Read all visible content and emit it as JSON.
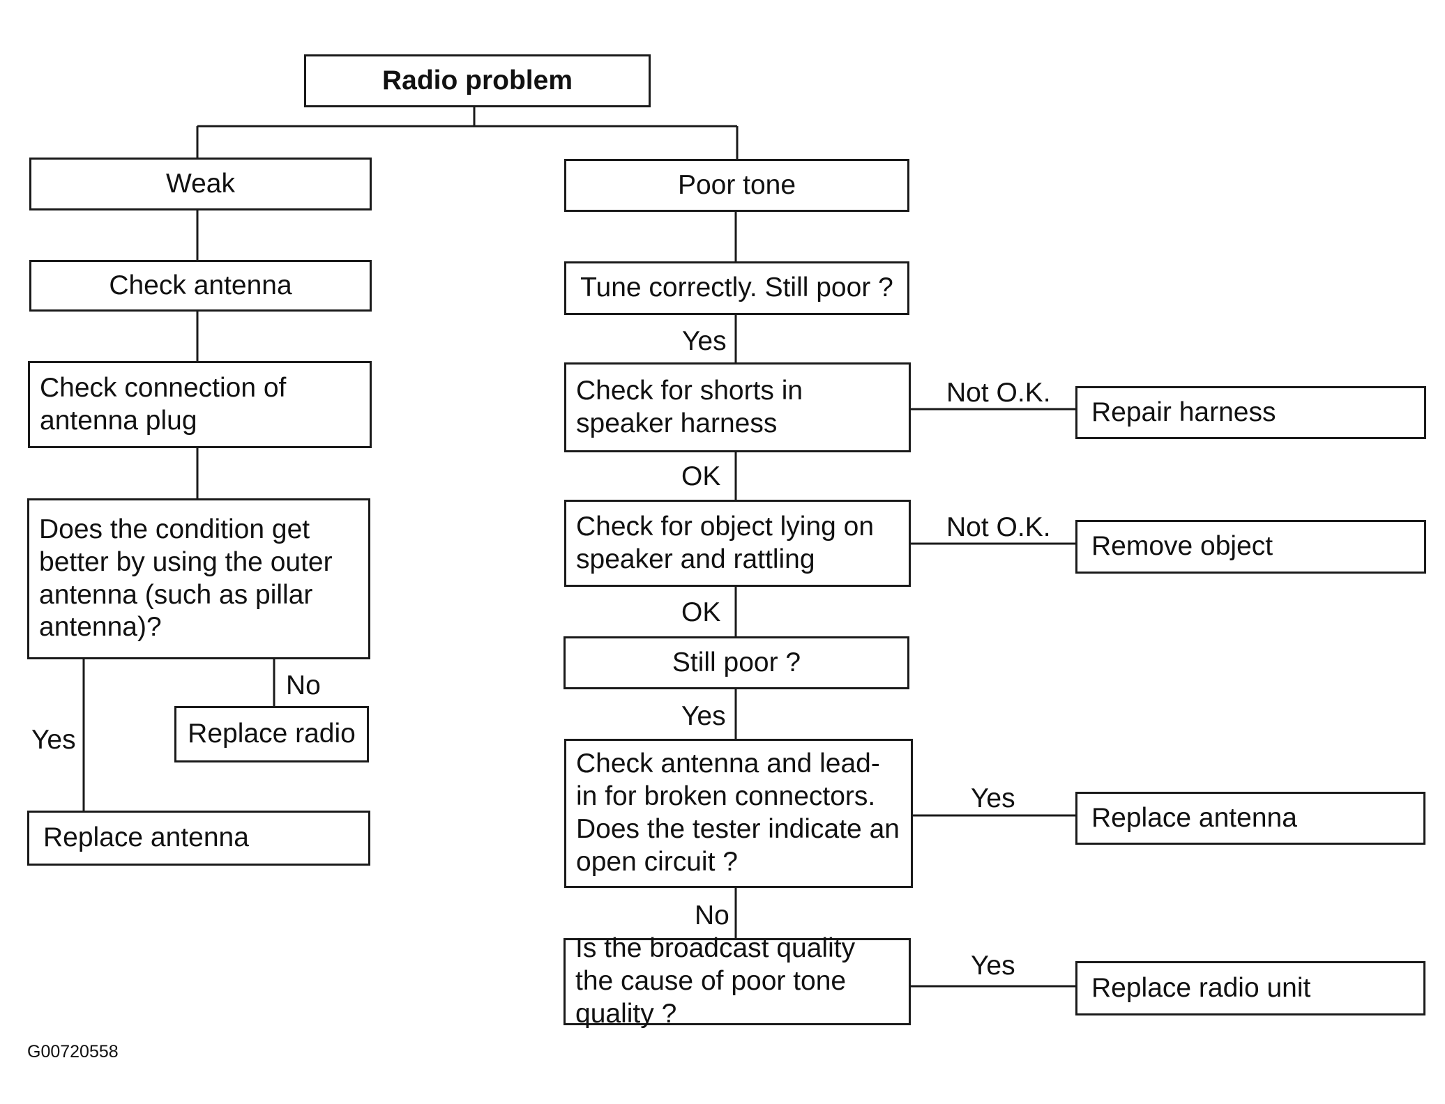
{
  "nodes": {
    "root": "Radio problem",
    "weak": "Weak",
    "poor_tone": "Poor tone",
    "check_antenna": "Check antenna",
    "check_connection": "Check connection of antenna plug",
    "outer_antenna_question": "Does the condition get better by using the outer antenna (such as pillar antenna)?",
    "replace_radio": "Replace radio",
    "replace_antenna_left": "Replace antenna",
    "tune_correctly": "Tune correctly. Still poor ?",
    "check_shorts": "Check for shorts in speaker harness",
    "repair_harness": "Repair harness",
    "check_object": "Check for object lying on speaker and rattling",
    "remove_object": "Remove object",
    "still_poor": "Still poor ?",
    "check_antenna_leadin": "Check antenna and lead-in for broken connectors. Does the tester indicate an open circuit ?",
    "replace_antenna_right": "Replace antenna",
    "broadcast_quality": "Is the broadcast quality the cause of poor tone quality ?",
    "replace_radio_unit": "Replace radio unit"
  },
  "edge_labels": {
    "no_replace_radio": "No",
    "yes_replace_antenna_left": "Yes",
    "yes_after_tune": "Yes",
    "not_ok_shorts": "Not O.K.",
    "ok_after_shorts": "OK",
    "not_ok_object": "Not O.K.",
    "ok_after_object": "OK",
    "yes_after_still_poor": "Yes",
    "yes_open_circuit": "Yes",
    "no_open_circuit": "No",
    "yes_broadcast": "Yes"
  },
  "figure_code": "G00720558"
}
